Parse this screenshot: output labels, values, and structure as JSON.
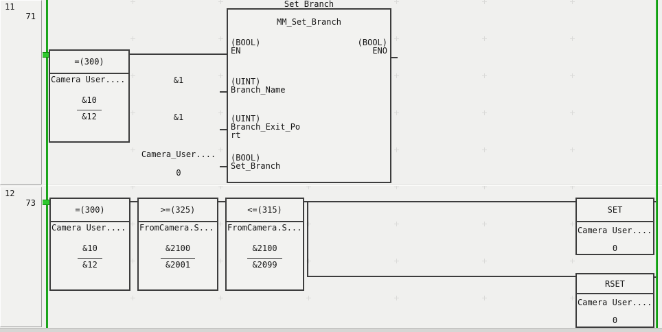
{
  "colors": {
    "rail_green": "#2ec82e",
    "wire": "#3c3c3c",
    "canvas_bg": "#f0f0ee"
  },
  "rungs": [
    {
      "number": "11",
      "step": "71",
      "compare": {
        "header": "=(300)",
        "operand": "Camera_User....",
        "value1": "&10",
        "value2": "&12"
      },
      "fb": {
        "instance": "Set_Branch",
        "type_name": "MM_Set_Branch",
        "en": {
          "dtype": "(BOOL)",
          "name": "EN"
        },
        "eno": {
          "dtype": "(BOOL)",
          "name": "ENO"
        },
        "inputs": [
          {
            "dtype": "(UINT)",
            "name_line1": "Branch_Name",
            "name_line2": "",
            "operand": "&1",
            "operand2": ""
          },
          {
            "dtype": "(UINT)",
            "name_line1": "Branch_Exit_Po",
            "name_line2": "rt",
            "operand": "&1",
            "operand2": ""
          },
          {
            "dtype": "(BOOL)",
            "name_line1": "Set_Branch",
            "name_line2": "",
            "operand": "Camera_User....",
            "operand2": "0"
          }
        ]
      }
    },
    {
      "number": "12",
      "step": "73",
      "compares": [
        {
          "header": "=(300)",
          "operand": "Camera_User....",
          "value1": "&10",
          "value2": "&12"
        },
        {
          "header": ">=(325)",
          "operand": "FromCamera.S...",
          "value1": "&2100",
          "value2": "&2001"
        },
        {
          "header": "<=(315)",
          "operand": "FromCamera.S...",
          "value1": "&2100",
          "value2": "&2099"
        }
      ],
      "outputs": [
        {
          "header": "SET",
          "operand": "Camera_User....",
          "value": "0"
        },
        {
          "header": "RSET",
          "operand": "Camera_User....",
          "value": "0"
        }
      ]
    }
  ]
}
